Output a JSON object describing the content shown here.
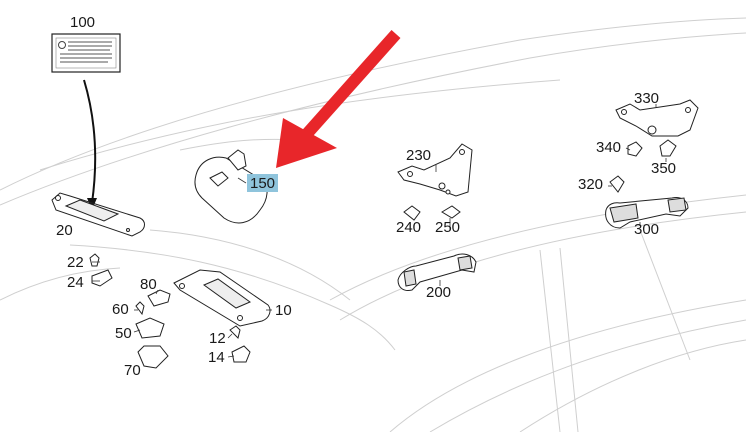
{
  "labels": {
    "p100": "100",
    "p20": "20",
    "p22": "22",
    "p24": "24",
    "p80": "80",
    "p60": "60",
    "p50": "50",
    "p70": "70",
    "p10": "10",
    "p12": "12",
    "p14": "14",
    "p150": "150",
    "p230": "230",
    "p240": "240",
    "p250": "250",
    "p200": "200",
    "p330": "330",
    "p340": "340",
    "p350": "350",
    "p320": "320",
    "p300": "300"
  },
  "highlighted_label": "150",
  "colors": {
    "arrow": "#e8262a",
    "highlight": "#8fc4dc",
    "line": "#222222",
    "body_line": "#c8c8c8"
  }
}
